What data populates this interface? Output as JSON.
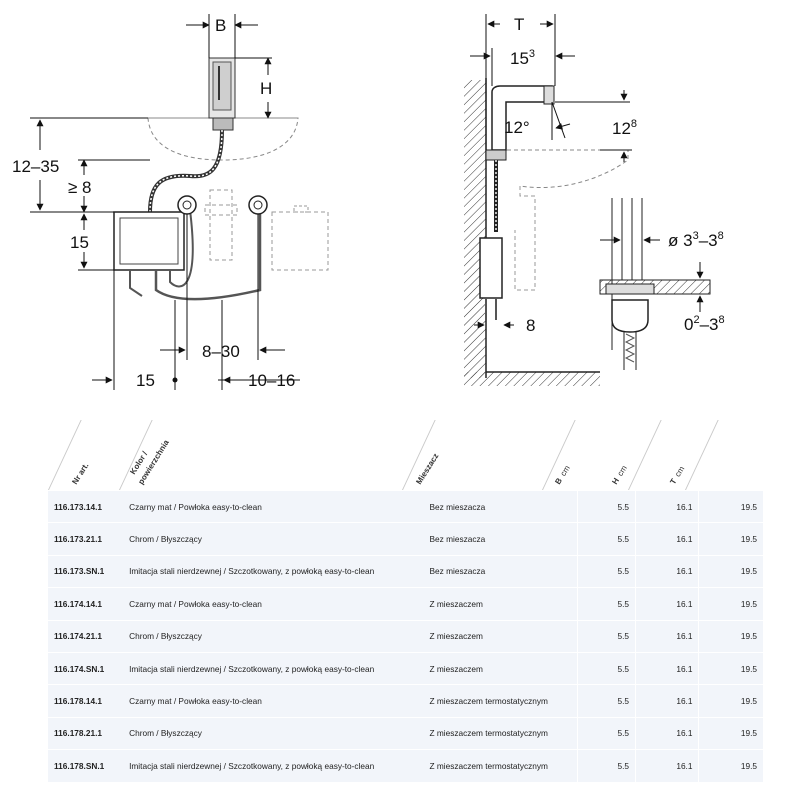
{
  "drawing": {
    "front_labels": {
      "B": "B",
      "H": "H",
      "range_12_35": "12–35",
      "ge_8": "≥ 8",
      "dim_15_v": "15",
      "dim_8_30": "8–30",
      "dim_15_h": "15",
      "dim_10_16": "10–16"
    },
    "side_labels": {
      "T": "T",
      "dim_15_3": "15",
      "dim_15_3_sup": "3",
      "angle": "12°",
      "dim_12_8": "12",
      "dim_12_8_sup": "8",
      "dim_8": "8"
    },
    "detail_labels": {
      "diameter": "ø 3",
      "diameter_sup1": "3",
      "diameter_dash": "–3",
      "diameter_sup2": "8",
      "thickness": "0",
      "thickness_sup1": "2",
      "thickness_dash": "–3",
      "thickness_sup2": "8"
    }
  },
  "table": {
    "headers": {
      "art": "Nr art.",
      "color_line1": "Kolor /",
      "color_line2": "powierzchnia",
      "mixer": "Mieszacz",
      "b": "B",
      "h": "H",
      "t": "T",
      "unit": "cm"
    },
    "rows": [
      {
        "art": "116.173.14.1",
        "color": "Czarny mat / Powłoka easy-to-clean",
        "mixer": "Bez mieszacza",
        "b": "5.5",
        "h": "16.1",
        "t": "19.5"
      },
      {
        "art": "116.173.21.1",
        "color": "Chrom / Błyszczący",
        "mixer": "Bez mieszacza",
        "b": "5.5",
        "h": "16.1",
        "t": "19.5"
      },
      {
        "art": "116.173.SN.1",
        "color": "Imitacja stali nierdzewnej / Szczotkowany, z powłoką easy-to-clean",
        "mixer": "Bez mieszacza",
        "b": "5.5",
        "h": "16.1",
        "t": "19.5"
      },
      {
        "art": "116.174.14.1",
        "color": "Czarny mat / Powłoka easy-to-clean",
        "mixer": "Z mieszaczem",
        "b": "5.5",
        "h": "16.1",
        "t": "19.5"
      },
      {
        "art": "116.174.21.1",
        "color": "Chrom / Błyszczący",
        "mixer": "Z mieszaczem",
        "b": "5.5",
        "h": "16.1",
        "t": "19.5"
      },
      {
        "art": "116.174.SN.1",
        "color": "Imitacja stali nierdzewnej / Szczotkowany, z powłoką easy-to-clean",
        "mixer": "Z mieszaczem",
        "b": "5.5",
        "h": "16.1",
        "t": "19.5"
      },
      {
        "art": "116.178.14.1",
        "color": "Czarny mat / Powłoka easy-to-clean",
        "mixer": "Z mieszaczem termostatycznym",
        "b": "5.5",
        "h": "16.1",
        "t": "19.5"
      },
      {
        "art": "116.178.21.1",
        "color": "Chrom / Błyszczący",
        "mixer": "Z mieszaczem termostatycznym",
        "b": "5.5",
        "h": "16.1",
        "t": "19.5"
      },
      {
        "art": "116.178.SN.1",
        "color": "Imitacja stali nierdzewnej / Szczotkowany, z powłoką easy-to-clean",
        "mixer": "Z mieszaczem termostatycznym",
        "b": "5.5",
        "h": "16.1",
        "t": "19.5"
      }
    ]
  }
}
